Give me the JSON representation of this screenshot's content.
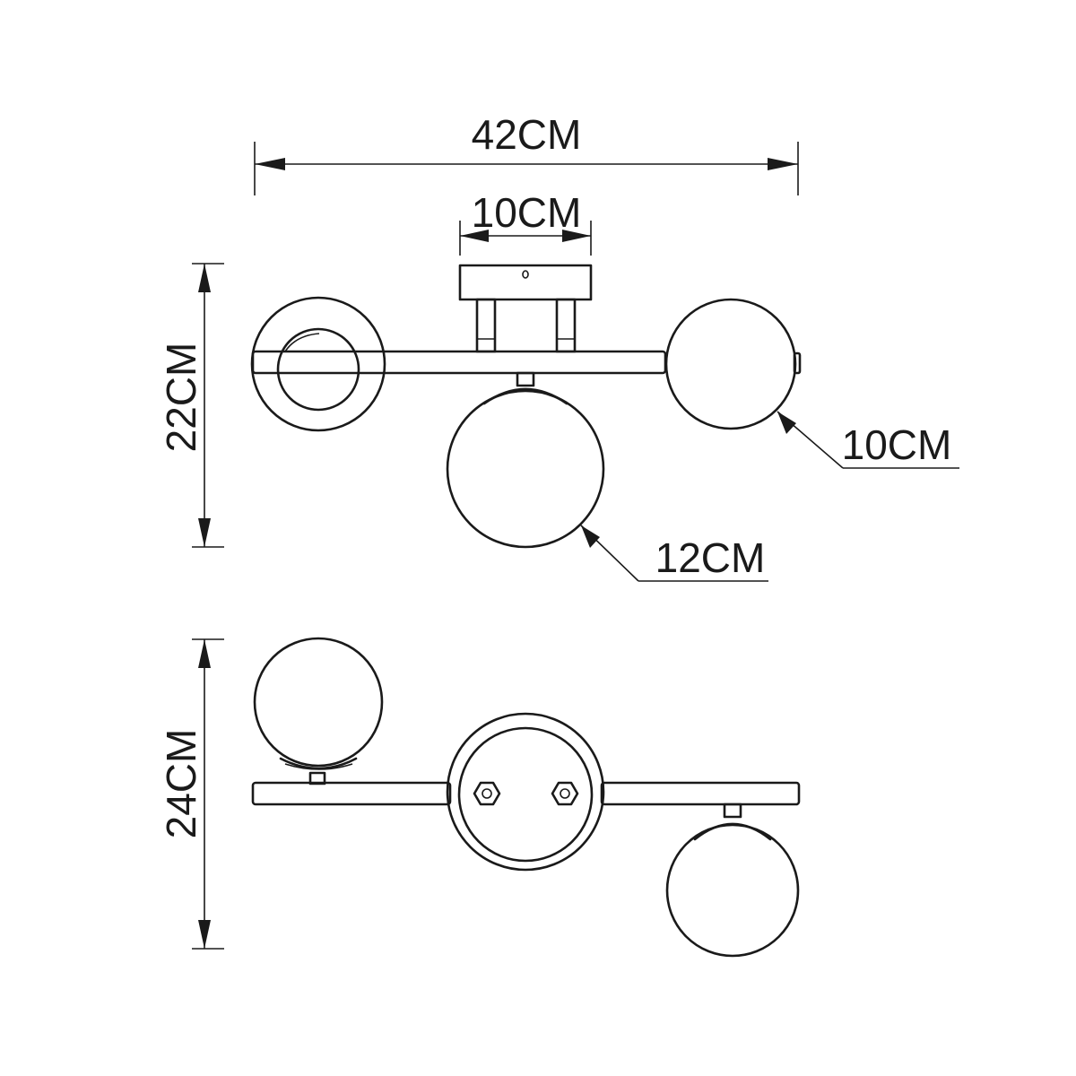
{
  "dimensions": {
    "overall_width": "42CM",
    "canopy_width": "10CM",
    "front_height": "22CM",
    "small_globe": "10CM",
    "large_globe": "12CM",
    "top_depth": "24CM"
  },
  "colors": {
    "line": "#1a1a1a",
    "background": "#ffffff"
  }
}
